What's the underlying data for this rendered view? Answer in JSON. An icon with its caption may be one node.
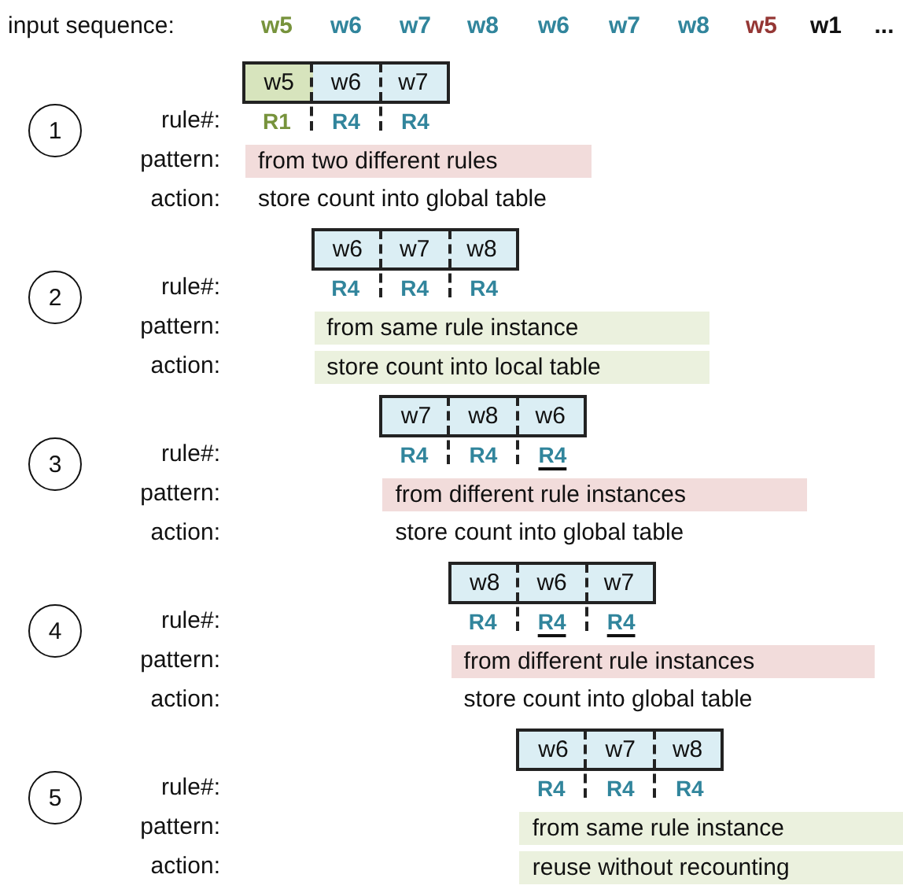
{
  "diagram": {
    "nodes": [
      {
        "text": [
          "1"
        ]
      },
      {
        "text": [],
        "shape": "box"
      },
      {
        "text": [
          "w5"
        ],
        "in": 1
      },
      {
        "text": [
          "w6"
        ],
        "in": 1
      },
      {
        "text": [
          "w7"
        ],
        "in": 1
      },
      {
        "text": [
          "from two different rules"
        ]
      },
      {
        "text": [
          "2"
        ]
      },
      {
        "text": [],
        "shape": "box"
      },
      {
        "text": [
          "w6"
        ],
        "in": 7
      },
      {
        "text": [
          "w7"
        ],
        "in": 7
      },
      {
        "text": [
          "w8"
        ],
        "in": 7
      },
      {
        "text": [
          "from same rule instance"
        ]
      },
      {
        "text": [
          "store count into local table"
        ]
      },
      {
        "text": [
          "3"
        ]
      },
      {
        "text": [],
        "shape": "box"
      },
      {
        "text": [
          "w7"
        ],
        "in": 14
      },
      {
        "text": [
          "w8"
        ],
        "in": 14
      },
      {
        "text": [
          "w6"
        ],
        "in": 14
      },
      {
        "text": [
          "from different rule instances"
        ]
      },
      {
        "text": [
          "4"
        ]
      },
      {
        "text": [],
        "shape": "box"
      },
      {
        "text": [
          "w8"
        ],
        "in": 20
      },
      {
        "text": [
          "w6"
        ],
        "in": 20
      },
      {
        "text": [
          "w7"
        ],
        "in": 20
      },
      {
        "text": [
          "from different rule instances"
        ]
      },
      {
        "text": [
          "5"
        ]
      },
      {
        "text": [],
        "shape": "box"
      },
      {
        "text": [
          "w6"
        ],
        "in": 26
      },
      {
        "text": [
          "w7"
        ],
        "in": 26
      },
      {
        "text": [
          "w8"
        ],
        "in": 26
      },
      {
        "text": [
          "from same rule instance"
        ]
      },
      {
        "text": [
          "reuse without recounting"
        ]
      }
    ],
    "labels": [
      "input sequence:",
      "w5",
      "w6",
      "w7",
      "w8",
      "w6",
      "w7",
      "w8",
      "w5",
      "w1",
      "...",
      "rule#:",
      "R1",
      "R4",
      "R4",
      "pattern:",
      "action:",
      "store count into global table",
      "rule#:",
      "R4",
      "R4",
      "R4",
      "pattern:",
      "action:",
      "rule#:",
      "R4",
      "R4",
      "R4",
      "pattern:",
      "action:",
      "store count into global table",
      "rule#:",
      "R4",
      "R4",
      "R4",
      "pattern:",
      "action:",
      "store count into global table",
      "rule#:",
      "R4",
      "R4",
      "R4",
      "pattern:",
      "action:"
    ]
  }
}
